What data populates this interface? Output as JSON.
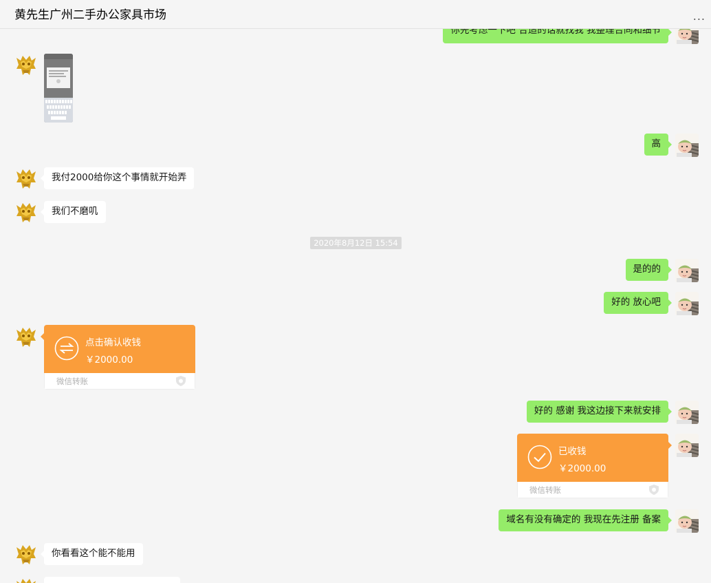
{
  "header": {
    "title": "黄先生广州二手办公家具市场",
    "more": "..."
  },
  "messages": {
    "m0_partial": "你先考虑一下吧 合适的话就找我 我整理合同和细节",
    "m2": "高",
    "m3": "我付2000给你这个事情就开始弄",
    "m4": "我们不磨叽",
    "timestamp": "2020年8月12日 15:54",
    "m5": "是的的",
    "m6": "好的 放心吧",
    "m8": "好的 感谢 我这边接下来就安排",
    "m10": "域名有没有确定的 我现在先注册 备案",
    "m11": "你看看这个能不能用"
  },
  "transfer_sent": {
    "title": "点击确认收钱",
    "amount": "￥2000.00",
    "footer": "微信转账"
  },
  "transfer_received": {
    "title": "已收钱",
    "amount": "￥2000.00",
    "footer": "微信转账"
  },
  "colors": {
    "bubble_right": "#95ec69",
    "bubble_left": "#ffffff",
    "transfer_orange": "#fa9d3b",
    "background": "#f5f5f5"
  }
}
